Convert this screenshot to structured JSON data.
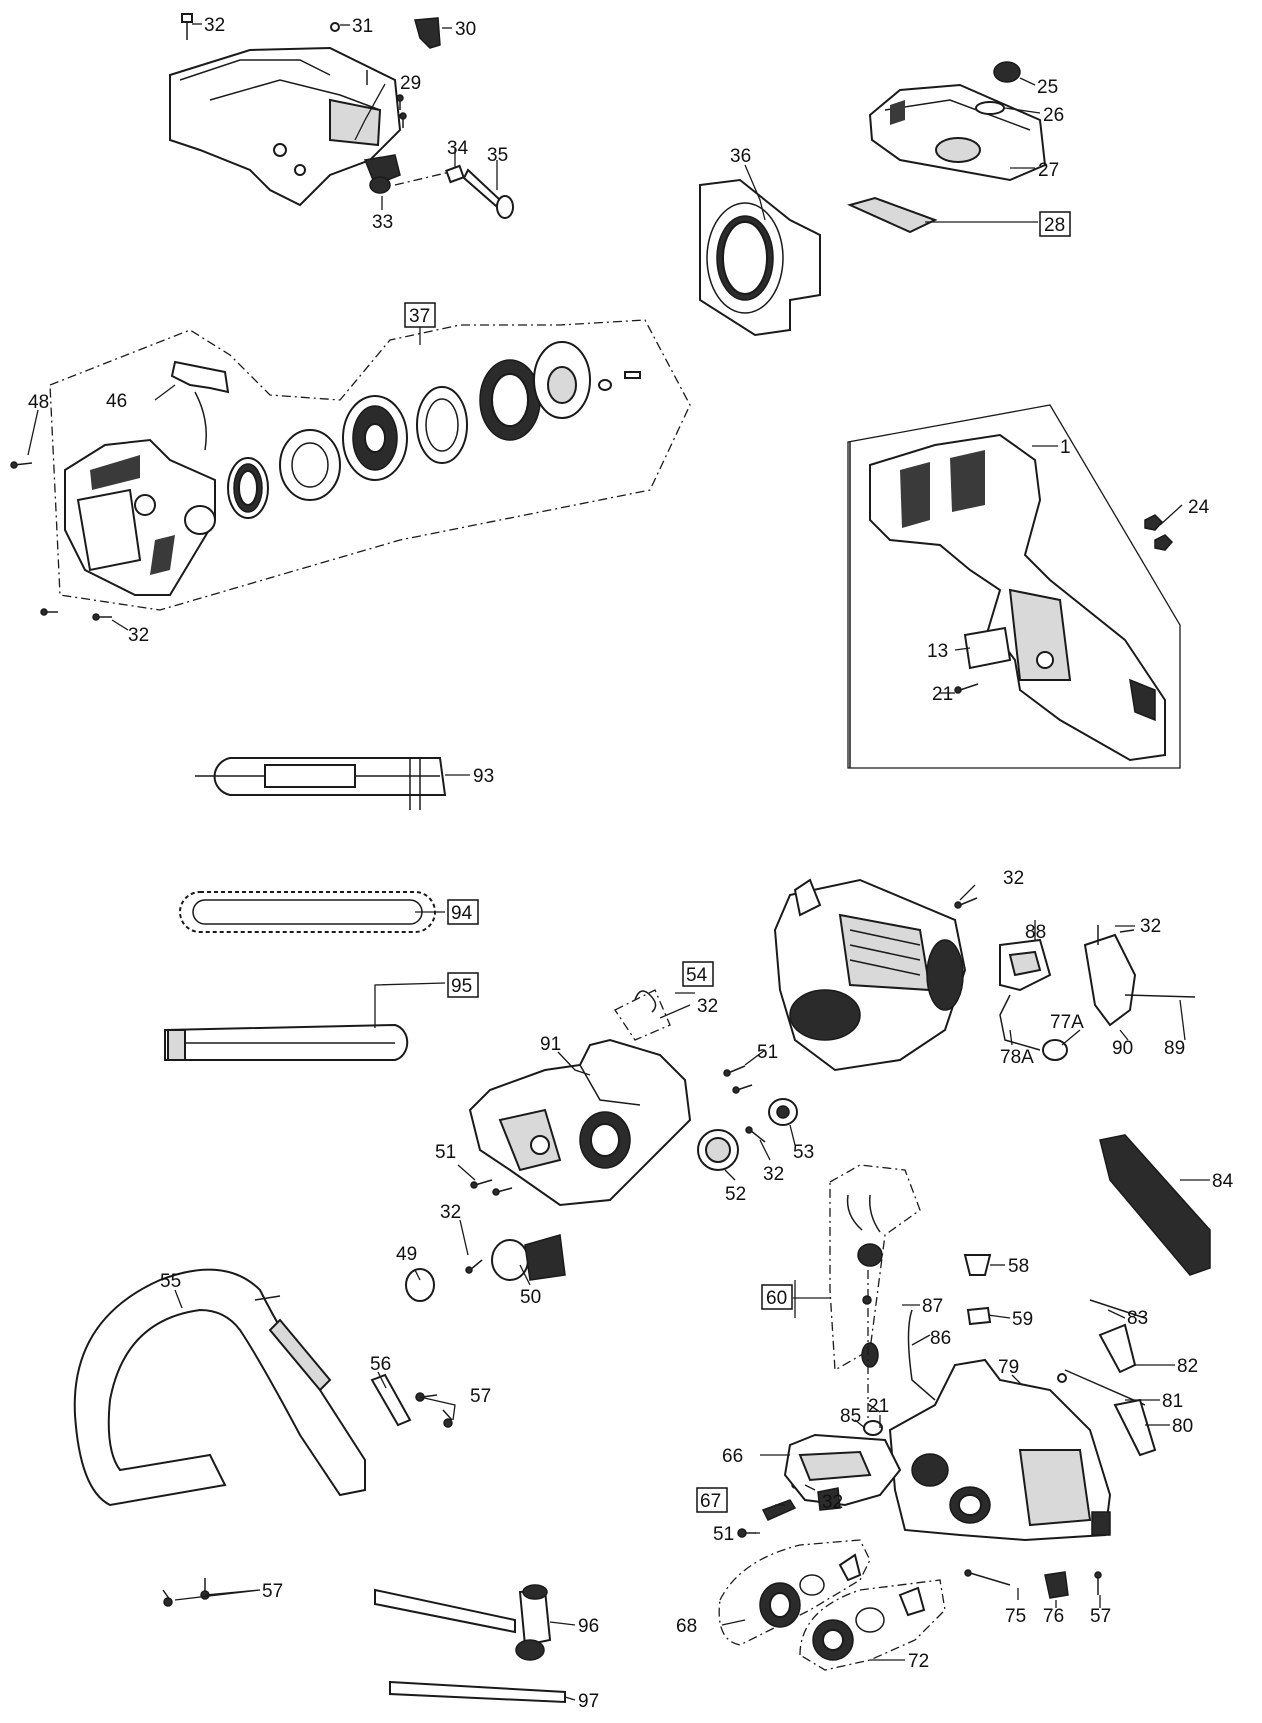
{
  "callouts": {
    "c32a": "32",
    "c31": "31",
    "c30": "30",
    "c29": "29",
    "c34": "34",
    "c35": "35",
    "c33": "33",
    "c25": "25",
    "c26": "26",
    "c27": "27",
    "c28": "28",
    "c36": "36",
    "c37": "37",
    "c48": "48",
    "c46": "46",
    "c32b": "32",
    "c1": "1",
    "c24": "24",
    "c13": "13",
    "c21a": "21",
    "c93": "93",
    "c94": "94",
    "c95": "95",
    "c32c": "32",
    "c88": "88",
    "c32d": "32",
    "c77a": "77A",
    "c78a": "78A",
    "c90": "90",
    "c89": "89",
    "c54": "54",
    "c32e": "32",
    "c91": "91",
    "c51a": "51",
    "c53": "53",
    "c51b": "51",
    "c32f": "32",
    "c52": "52",
    "c32g": "32",
    "c49": "49",
    "c50": "50",
    "c84": "84",
    "c58": "58",
    "c60": "60",
    "c87": "87",
    "c59": "59",
    "c83": "83",
    "c55": "55",
    "c86": "86",
    "c56": "56",
    "c57a": "57",
    "c79": "79",
    "c82": "82",
    "c81": "81",
    "c21b": "21",
    "c85": "85",
    "c80": "80",
    "c66": "66",
    "c67": "67",
    "c32h": "32",
    "c51c": "51",
    "c68": "68",
    "c75": "75",
    "c76": "76",
    "c57b": "57",
    "c57c": "57",
    "c96": "96",
    "c72": "72",
    "c97": "97"
  },
  "colors": {
    "line": "#1a1a1a",
    "fill_dark": "#2b2b2b",
    "fill_grey": "#d9d9d9",
    "background": "#ffffff"
  }
}
